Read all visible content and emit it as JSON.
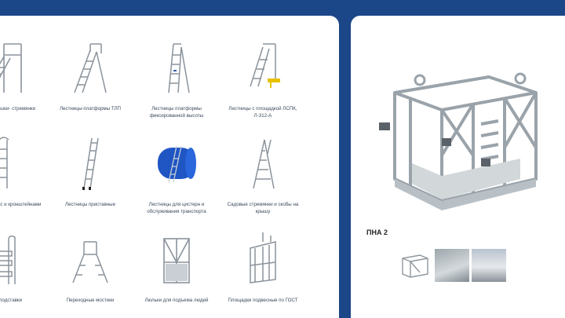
{
  "catalog": {
    "items": [
      {
        "label": "движные вышки- стремянки",
        "icon": "mobile-tower-ladder-icon"
      },
      {
        "label": "Лестницы-платформы ТЛП",
        "icon": "platform-ladder-icon"
      },
      {
        "label": "Лестницы платформы фиксированной высоты",
        "icon": "fixed-platform-ladder-icon"
      },
      {
        "label": "Лестницы с площадкой ЛСПК, Л-312-А",
        "icon": "landing-ladder-icon"
      },
      {
        "label": "ицы навесные с и кронштейнами",
        "icon": "hanging-ladder-icon"
      },
      {
        "label": "Лестницы приставные",
        "icon": "lean-ladder-icon"
      },
      {
        "label": "Лестницы для цистерн и обслуживания транспорта",
        "icon": "tank-ladder-icon"
      },
      {
        "label": "Садовые стремянки и скобы на крышу",
        "icon": "garden-stepladder-icon"
      },
      {
        "label": "жные подставки",
        "icon": "step-stand-icon"
      },
      {
        "label": "Переходные мостики",
        "icon": "crossover-bridge-icon"
      },
      {
        "label": "Люльки для подъема людей",
        "icon": "lifting-cradle-icon"
      },
      {
        "label": "Площадки подвесные по ГОСТ",
        "icon": "suspended-platform-icon"
      }
    ]
  },
  "product": {
    "caption": "ПНА 2",
    "main_image_icon": "cradle-product-image",
    "thumbnails": [
      {
        "icon": "thumb-render-icon"
      },
      {
        "icon": "thumb-photo-1-icon"
      },
      {
        "icon": "thumb-photo-2-icon"
      }
    ]
  }
}
